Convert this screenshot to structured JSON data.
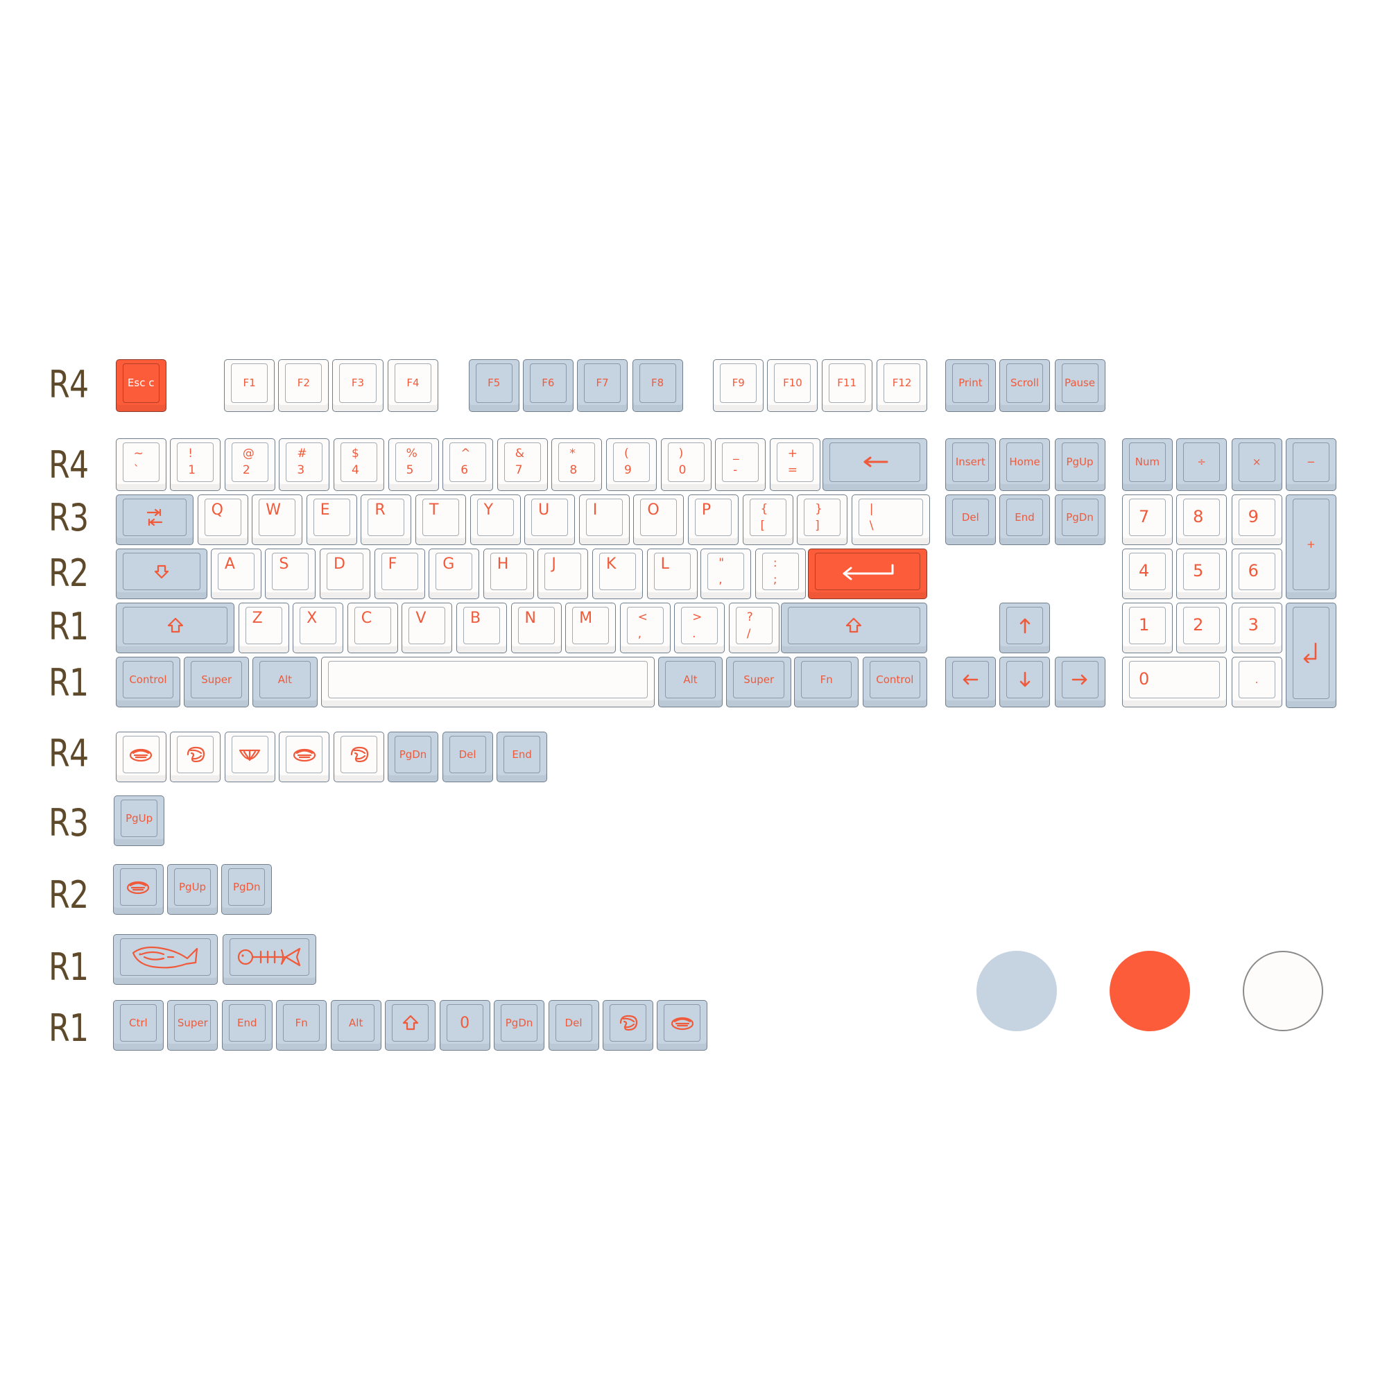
{
  "row_labels": [
    "R4",
    "R4",
    "R3",
    "R2",
    "R1",
    "R1",
    "R4",
    "R3",
    "R2",
    "R1",
    "R1"
  ],
  "colors": {
    "blue": "#c6d3e1",
    "orange": "#fd5c3a",
    "white": "#fefcfa",
    "legend": "#f05a3a"
  },
  "swatches": [
    {
      "name": "blue-swatch",
      "color": "#c6d3e1"
    },
    {
      "name": "orange-swatch",
      "color": "#fd5c3a"
    },
    {
      "name": "white-swatch",
      "color": "#fefcfa"
    }
  ],
  "rows": {
    "function": [
      {
        "label": "Esc c",
        "color": "orange"
      },
      {
        "label": "F1",
        "color": "white"
      },
      {
        "label": "F2",
        "color": "white"
      },
      {
        "label": "F3",
        "color": "white"
      },
      {
        "label": "F4",
        "color": "white"
      },
      {
        "label": "F5",
        "color": "blue"
      },
      {
        "label": "F6",
        "color": "blue"
      },
      {
        "label": "F7",
        "color": "blue"
      },
      {
        "label": "F8",
        "color": "blue"
      },
      {
        "label": "F9",
        "color": "white"
      },
      {
        "label": "F10",
        "color": "white"
      },
      {
        "label": "F11",
        "color": "white"
      },
      {
        "label": "F12",
        "color": "white"
      },
      {
        "label": "Print",
        "color": "blue"
      },
      {
        "label": "Scroll",
        "color": "blue"
      },
      {
        "label": "Pause",
        "color": "blue"
      }
    ],
    "number": [
      {
        "top": "~",
        "bottom": "`"
      },
      {
        "top": "!",
        "bottom": "1"
      },
      {
        "top": "@",
        "bottom": "2"
      },
      {
        "top": "#",
        "bottom": "3"
      },
      {
        "top": "$",
        "bottom": "4"
      },
      {
        "top": "%",
        "bottom": "5"
      },
      {
        "top": "^",
        "bottom": "6"
      },
      {
        "top": "&",
        "bottom": "7"
      },
      {
        "top": "*",
        "bottom": "8"
      },
      {
        "top": "(",
        "bottom": "9"
      },
      {
        "top": ")",
        "bottom": "0"
      },
      {
        "top": "_",
        "bottom": "-"
      },
      {
        "top": "+",
        "bottom": "="
      }
    ],
    "qwerty": [
      "Q",
      "W",
      "E",
      "R",
      "T",
      "Y",
      "U",
      "I",
      "O",
      "P"
    ],
    "qwerty_brackets": [
      {
        "top": "{",
        "bottom": "["
      },
      {
        "top": "}",
        "bottom": "]"
      },
      {
        "top": "|",
        "bottom": "\\"
      }
    ],
    "home": [
      "A",
      "S",
      "D",
      "F",
      "G",
      "H",
      "J",
      "K",
      "L"
    ],
    "home_punct": [
      {
        "top": "\"",
        "bottom": ","
      },
      {
        "top": ":",
        "bottom": ";"
      }
    ],
    "bottom_letters": [
      "Z",
      "X",
      "C",
      "V",
      "B",
      "N",
      "M"
    ],
    "bottom_punct": [
      {
        "top": "<",
        "bottom": ","
      },
      {
        "top": ">",
        "bottom": "."
      },
      {
        "top": "?",
        "bottom": "/"
      }
    ],
    "space_row": {
      "left": [
        "Control",
        "Super",
        "Alt"
      ],
      "right": [
        "Alt",
        "Super",
        "Fn",
        "Control"
      ]
    },
    "nav_top": [
      "Insert",
      "Home",
      "PgUp"
    ],
    "nav_bottom": [
      "Del",
      "End",
      "PgDn"
    ],
    "numpad": {
      "top": [
        "Num",
        "÷",
        "×",
        "−"
      ],
      "r1": [
        "7",
        "8",
        "9"
      ],
      "r2": [
        "4",
        "5",
        "6"
      ],
      "r3": [
        "1",
        "2",
        "3"
      ],
      "plus": "+",
      "zero": "0",
      "dot": "."
    }
  },
  "extras": {
    "r4_labels": [
      "PgDn",
      "Del",
      "End"
    ],
    "r3_labels": [
      "PgUp"
    ],
    "r2_labels": [
      "PgUp",
      "PgDn"
    ],
    "r1b_labels": [
      "Ctrl",
      "Super",
      "End",
      "Fn",
      "Alt",
      "0",
      "PgDn",
      "Del"
    ]
  }
}
